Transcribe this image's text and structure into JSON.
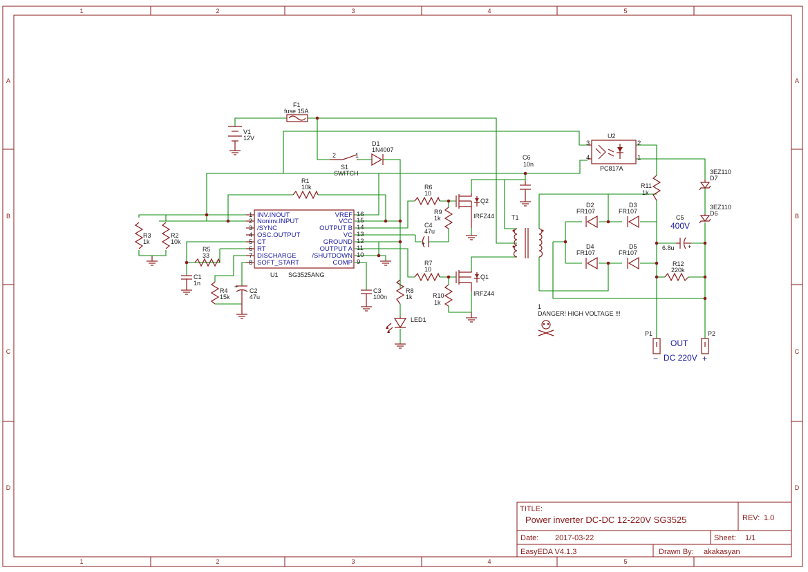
{
  "grid": {
    "columns": [
      "1",
      "2",
      "3",
      "4",
      "5"
    ],
    "rows": [
      "A",
      "B",
      "C",
      "D"
    ]
  },
  "title_block": {
    "title_label": "TITLE:",
    "title": "Power inverter DC-DC 12-220V SG3525",
    "rev_label": "REV:",
    "rev": "1.0",
    "date_label": "Date:",
    "date": "2017-03-22",
    "sheet_label": "Sheet:",
    "sheet": "1/1",
    "software": "EasyEDA V4.1.3",
    "drawn_label": "Drawn By:",
    "drawn_by": "akakasyan"
  },
  "components": {
    "F1": {
      "ref": "F1",
      "value": "fuse 15A"
    },
    "V1": {
      "ref": "V1",
      "value": "12V"
    },
    "D1": {
      "ref": "D1",
      "value": "1N4007"
    },
    "S1": {
      "ref": "S1",
      "value": "SWITCH",
      "pin2": "2",
      "pin1": "1"
    },
    "R1": {
      "ref": "R1",
      "value": "10k"
    },
    "R2": {
      "ref": "R2",
      "value": "10k"
    },
    "R3": {
      "ref": "R3",
      "value": "1k"
    },
    "R4": {
      "ref": "R4",
      "value": "15k"
    },
    "R5": {
      "ref": "R5",
      "value": "33"
    },
    "R6": {
      "ref": "R6",
      "value": "10"
    },
    "R7": {
      "ref": "R7",
      "value": "10"
    },
    "R8": {
      "ref": "R8",
      "value": "1k"
    },
    "R9": {
      "ref": "R9",
      "value": "1k"
    },
    "R10": {
      "ref": "R10",
      "value": "1k"
    },
    "R11": {
      "ref": "R11",
      "value": "1k"
    },
    "R12": {
      "ref": "R12",
      "value": "220k"
    },
    "C1": {
      "ref": "C1",
      "value": "1n"
    },
    "C2": {
      "ref": "C2",
      "value": "47u"
    },
    "C3": {
      "ref": "C3",
      "value": "100n"
    },
    "C4": {
      "ref": "C4",
      "value": "47u"
    },
    "C5": {
      "ref": "C5",
      "value": "6.8u",
      "extra": "400V"
    },
    "C6": {
      "ref": "C6",
      "value": "10n"
    },
    "Q1": {
      "ref": "Q1",
      "value": "IRFZ44"
    },
    "Q2": {
      "ref": "Q2",
      "value": "IRFZ44"
    },
    "D2": {
      "ref": "D2",
      "value": "FR107"
    },
    "D3": {
      "ref": "D3",
      "value": "FR107"
    },
    "D4": {
      "ref": "D4",
      "value": "FR107"
    },
    "D5": {
      "ref": "D5",
      "value": "FR107"
    },
    "D6": {
      "ref": "D6",
      "value": "3EZ110"
    },
    "D7": {
      "ref": "D7",
      "value": "3EZ110"
    },
    "U2": {
      "ref": "U2",
      "value": "PC817A",
      "p3": "3",
      "p4": "4",
      "p2": "2",
      "p1": "1"
    },
    "T1": {
      "ref": "T1"
    },
    "LED1": {
      "ref": "LED1"
    },
    "P1": {
      "ref": "P1"
    },
    "P2": {
      "ref": "P2"
    },
    "U1": {
      "ref": "U1",
      "value": "SG3525ANG"
    }
  },
  "ic_pins_left": [
    {
      "num": "1",
      "name": "INV.INOUT"
    },
    {
      "num": "2",
      "name": "Noninv.INPUT"
    },
    {
      "num": "3",
      "name": "/SYNC"
    },
    {
      "num": "4",
      "name": "OSC.OUTPUT"
    },
    {
      "num": "5",
      "name": "CT"
    },
    {
      "num": "6",
      "name": "RT"
    },
    {
      "num": "7",
      "name": "DISCHARGE"
    },
    {
      "num": "8",
      "name": "SOFT_START"
    }
  ],
  "ic_pins_right": [
    {
      "num": "16",
      "name": "VREF"
    },
    {
      "num": "15",
      "name": "VCC"
    },
    {
      "num": "14",
      "name": "OUTPUT B"
    },
    {
      "num": "13",
      "name": "VC"
    },
    {
      "num": "12",
      "name": "GROUND"
    },
    {
      "num": "11",
      "name": "OUTPUT A"
    },
    {
      "num": "10",
      "name": "/SHUTDOWN"
    },
    {
      "num": "9",
      "name": "COMP"
    }
  ],
  "notes": {
    "danger_num": "1",
    "danger": "DANGER! HIGH VOLTAGE !!!",
    "out": "OUT",
    "dc220": "DC 220V",
    "minus": "−",
    "plus": "+"
  },
  "colors": {
    "frame": "#8b1a1a",
    "wire": "#0a8a0a",
    "pin_text": "#1a1aa0"
  }
}
